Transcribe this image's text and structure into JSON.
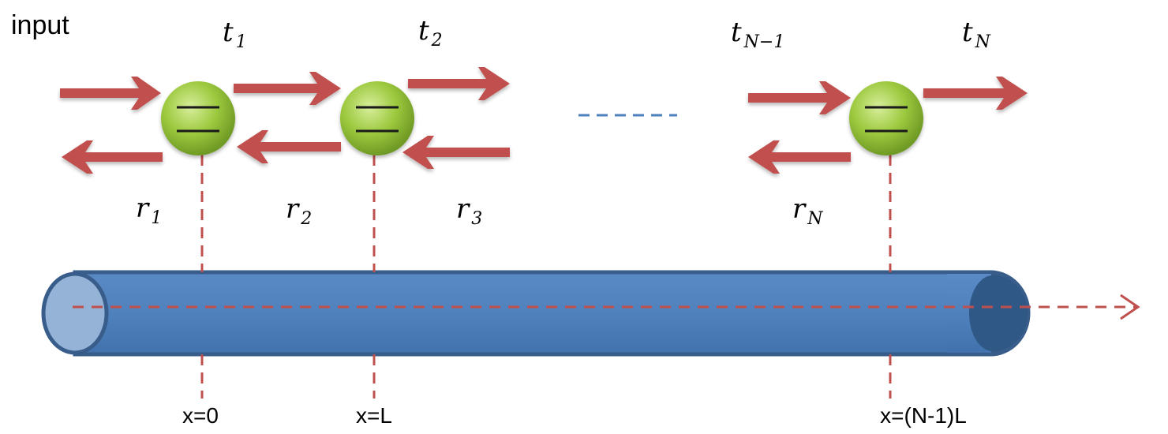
{
  "input_label": "input",
  "transmission_labels": [
    {
      "symbol": "t",
      "sub": "1"
    },
    {
      "symbol": "t",
      "sub": "2"
    },
    {
      "symbol": "t",
      "sub": "N−1"
    },
    {
      "symbol": "t",
      "sub": "N"
    }
  ],
  "reflection_labels": [
    {
      "symbol": "r",
      "sub": "1"
    },
    {
      "symbol": "r",
      "sub": "2"
    },
    {
      "symbol": "r",
      "sub": "3"
    },
    {
      "symbol": "r",
      "sub": "N"
    }
  ],
  "position_labels": [
    "x=0",
    "x=L",
    "x=(N-1)L"
  ],
  "colors": {
    "arrow": "#c0504d",
    "guide_line": "#c0504d",
    "ellipsis": "#4f81bd",
    "node_fill_light": "#c3e07a",
    "node_fill_dark": "#7aa52a",
    "node_line": "#1a1a1a",
    "tube_body": "#4f81bd",
    "tube_edge": "#385d8a",
    "tube_left_cap": "#95b3d7",
    "tube_right_cap": "#2f5886"
  }
}
